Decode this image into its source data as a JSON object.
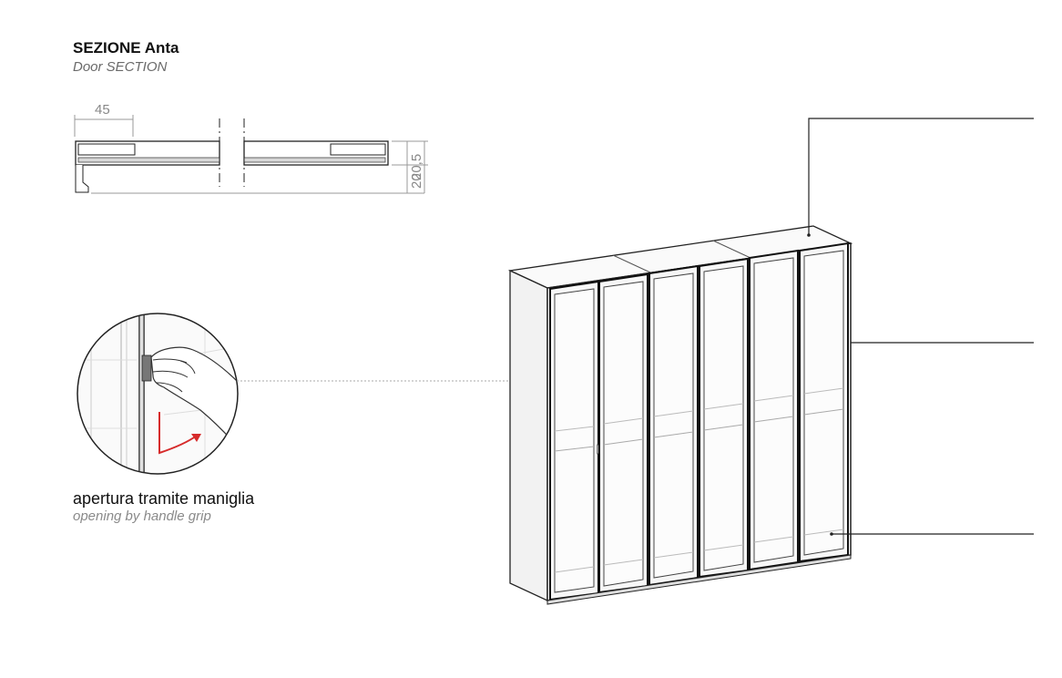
{
  "section": {
    "title": "SEZIONE Anta",
    "subtitle": "Door SECTION",
    "dim_width": "45",
    "dim_thickness": "20,5",
    "dim_height": "20"
  },
  "detail": {
    "caption": "apertura tramite maniglia",
    "caption_en": "opening by handle grip"
  },
  "colors": {
    "line": "#1a1a1a",
    "dimension": "#888888",
    "arrow": "#d62b2b",
    "glass": "#f4f4f4"
  }
}
